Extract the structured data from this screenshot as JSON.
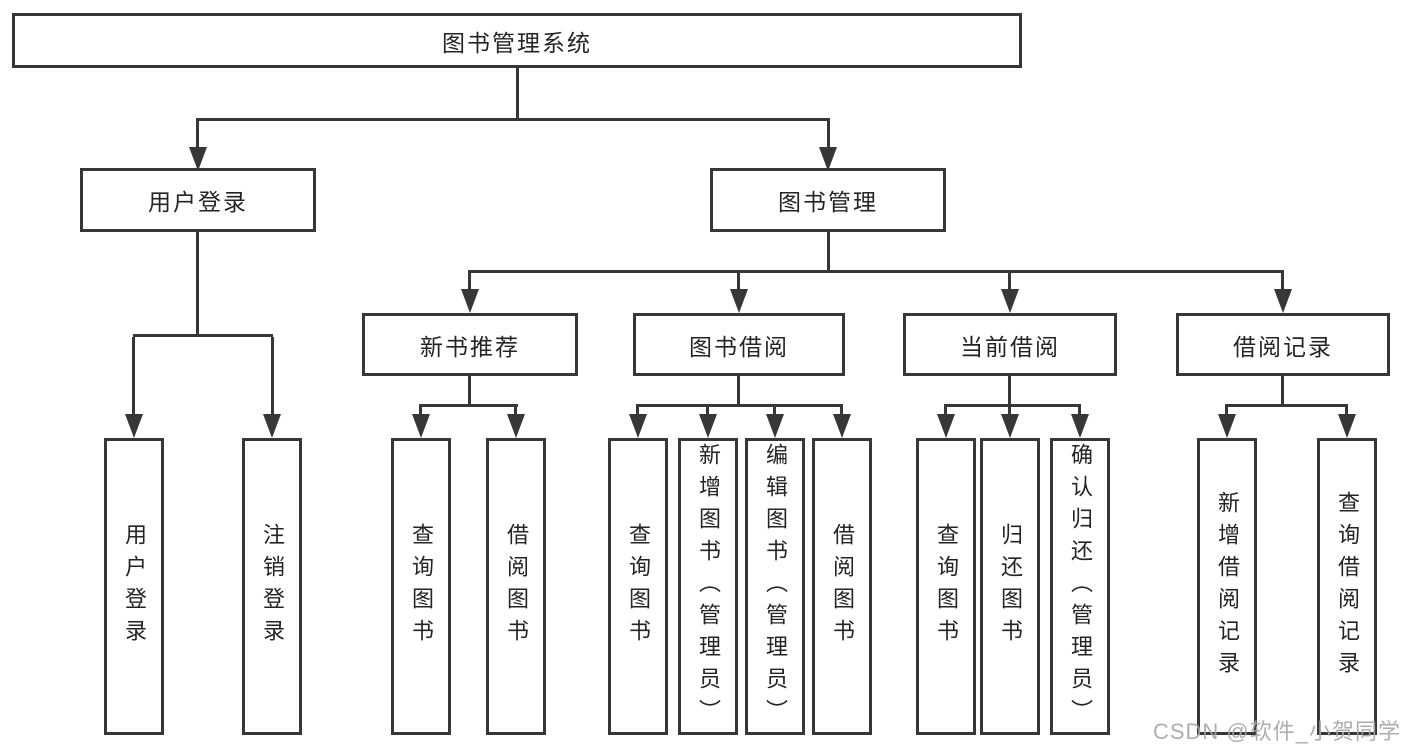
{
  "diagram_title": "图书管理系统",
  "root": {
    "label": "图书管理系统"
  },
  "level2": [
    {
      "label": "用户登录"
    },
    {
      "label": "图书管理"
    }
  ],
  "level3": [
    {
      "label": "新书推荐",
      "parent": "图书管理"
    },
    {
      "label": "图书借阅",
      "parent": "图书管理"
    },
    {
      "label": "当前借阅",
      "parent": "图书管理"
    },
    {
      "label": "借阅记录",
      "parent": "图书管理"
    }
  ],
  "leaves": [
    {
      "label": "用户登录",
      "parent": "用户登录"
    },
    {
      "label": "注销登录",
      "parent": "用户登录"
    },
    {
      "label": "查询图书",
      "parent": "新书推荐"
    },
    {
      "label": "借阅图书",
      "parent": "新书推荐"
    },
    {
      "label": "查询图书",
      "parent": "图书借阅"
    },
    {
      "label": "新增图书（管理员）",
      "parent": "图书借阅"
    },
    {
      "label": "编辑图书（管理员）",
      "parent": "图书借阅"
    },
    {
      "label": "借阅图书",
      "parent": "图书借阅"
    },
    {
      "label": "查询图书",
      "parent": "当前借阅"
    },
    {
      "label": "归还图书",
      "parent": "当前借阅"
    },
    {
      "label": "确认归还（管理员）",
      "parent": "当前借阅"
    },
    {
      "label": "新增借阅记录",
      "parent": "借阅记录"
    },
    {
      "label": "查询借阅记录",
      "parent": "借阅记录"
    }
  ],
  "watermark": "CSDN @软件_小贺同学",
  "colors": {
    "line": "#373737",
    "text": "#242424",
    "background": "#ffffff",
    "watermark": "#a6a6a6"
  }
}
